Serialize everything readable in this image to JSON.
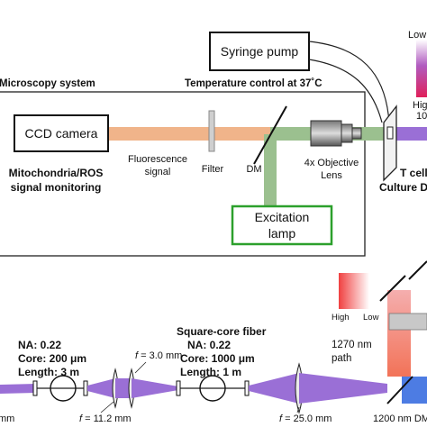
{
  "top": {
    "syringe_pump": "Syringe pump",
    "temperature": "Temperature control at 37˚C",
    "microscopy_system": "Microscopy system",
    "ccd_camera": "CCD camera",
    "fluorescence_1": "Fluorescence",
    "fluorescence_2": "signal",
    "filter": "Filter",
    "dm": "DM",
    "objective_1": "4x Objective",
    "objective_2": "Lens",
    "mito_1": "Mitochondria/ROS",
    "mito_2": "signal monitoring",
    "excitation_1": "Excitation",
    "excitation_2": "lamp",
    "tcell_1": "T cell",
    "tcell_2": "Culture De",
    "low": "Low",
    "high": "Hig",
    "high_value": "10"
  },
  "bottom": {
    "fiber1_na": "NA: 0.22",
    "fiber1_core": "Core: 200 μm",
    "fiber1_length": "Length: 3 m",
    "square_fiber": "Square-core fiber",
    "fiber2_na": "NA: 0.22",
    "fiber2_core": "Core: 1000 μm",
    "fiber2_length": "Length: 1 m",
    "f1_var": "f",
    "f1_val": " = 11.2 mm",
    "f2_var": "f",
    "f2_val": " = 3.0 mm",
    "f3_var": "f",
    "f3_val": " = 25.0 mm",
    "high": "High",
    "low": "Low",
    "path_1": "1270 nm",
    "path_2": "path",
    "dm_label": "1200 nm DM",
    "left_mm": "mm"
  },
  "colors": {
    "fluorescence_beam": "#f0b48a",
    "excitation_beam": "#9bc08f",
    "laser_beam": "#9a6fd6",
    "excitation_box": "#2ca02c",
    "red_beam": "#f05a4a",
    "blue_beam": "#3a6ee0"
  }
}
